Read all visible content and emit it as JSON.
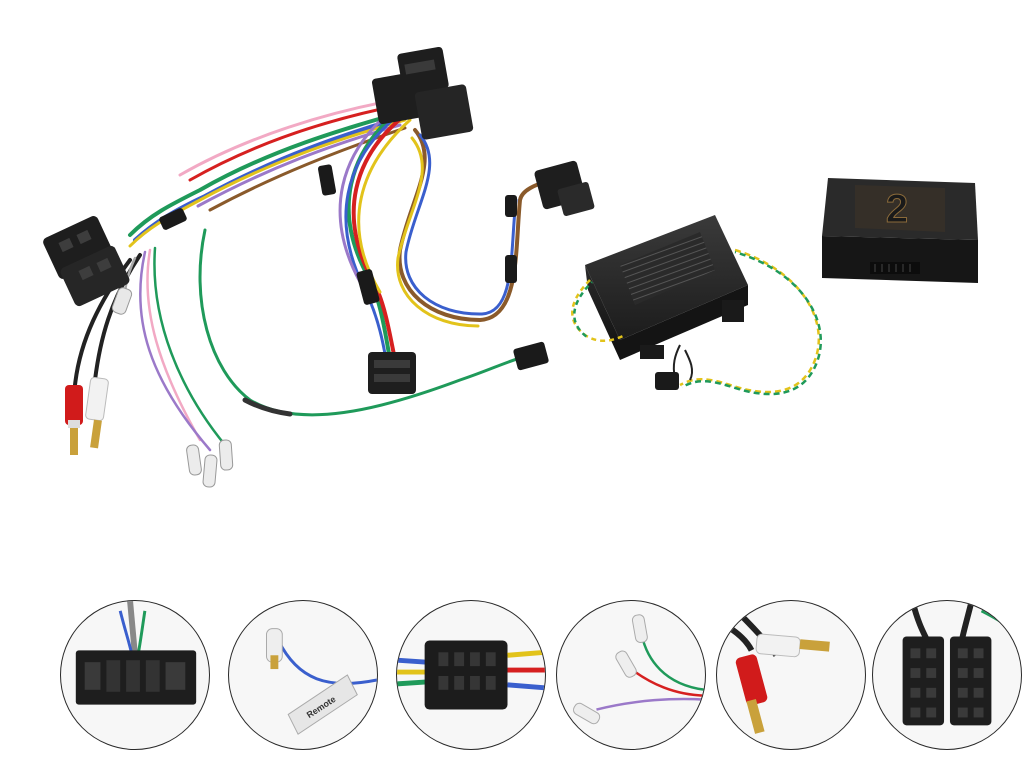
{
  "product": {
    "module_logo_text": "2",
    "remote_tag_text": "Remote"
  },
  "colors": {
    "background": "#ffffff",
    "plastic_black": "#1e1e1e",
    "module_grey": "#2c2c2c",
    "wire_blue": "#3a5fcd",
    "wire_green": "#1f9a5a",
    "wire_yellow": "#e2c31b",
    "wire_pink": "#f2a9c4",
    "wire_violet": "#9b79c9",
    "wire_red": "#d62020",
    "wire_brown": "#8a5a2b",
    "rca_red": "#d11b1b",
    "rca_white": "#f2f2f2",
    "gold": "#c9a13b"
  },
  "detail_views": [
    {
      "name": "harness-connector-closeup"
    },
    {
      "name": "remote-wire-terminal-closeup"
    },
    {
      "name": "multi-pin-plug-closeup"
    },
    {
      "name": "bullet-terminals-closeup"
    },
    {
      "name": "rca-plugs-closeup"
    },
    {
      "name": "iso-connectors-closeup"
    }
  ]
}
